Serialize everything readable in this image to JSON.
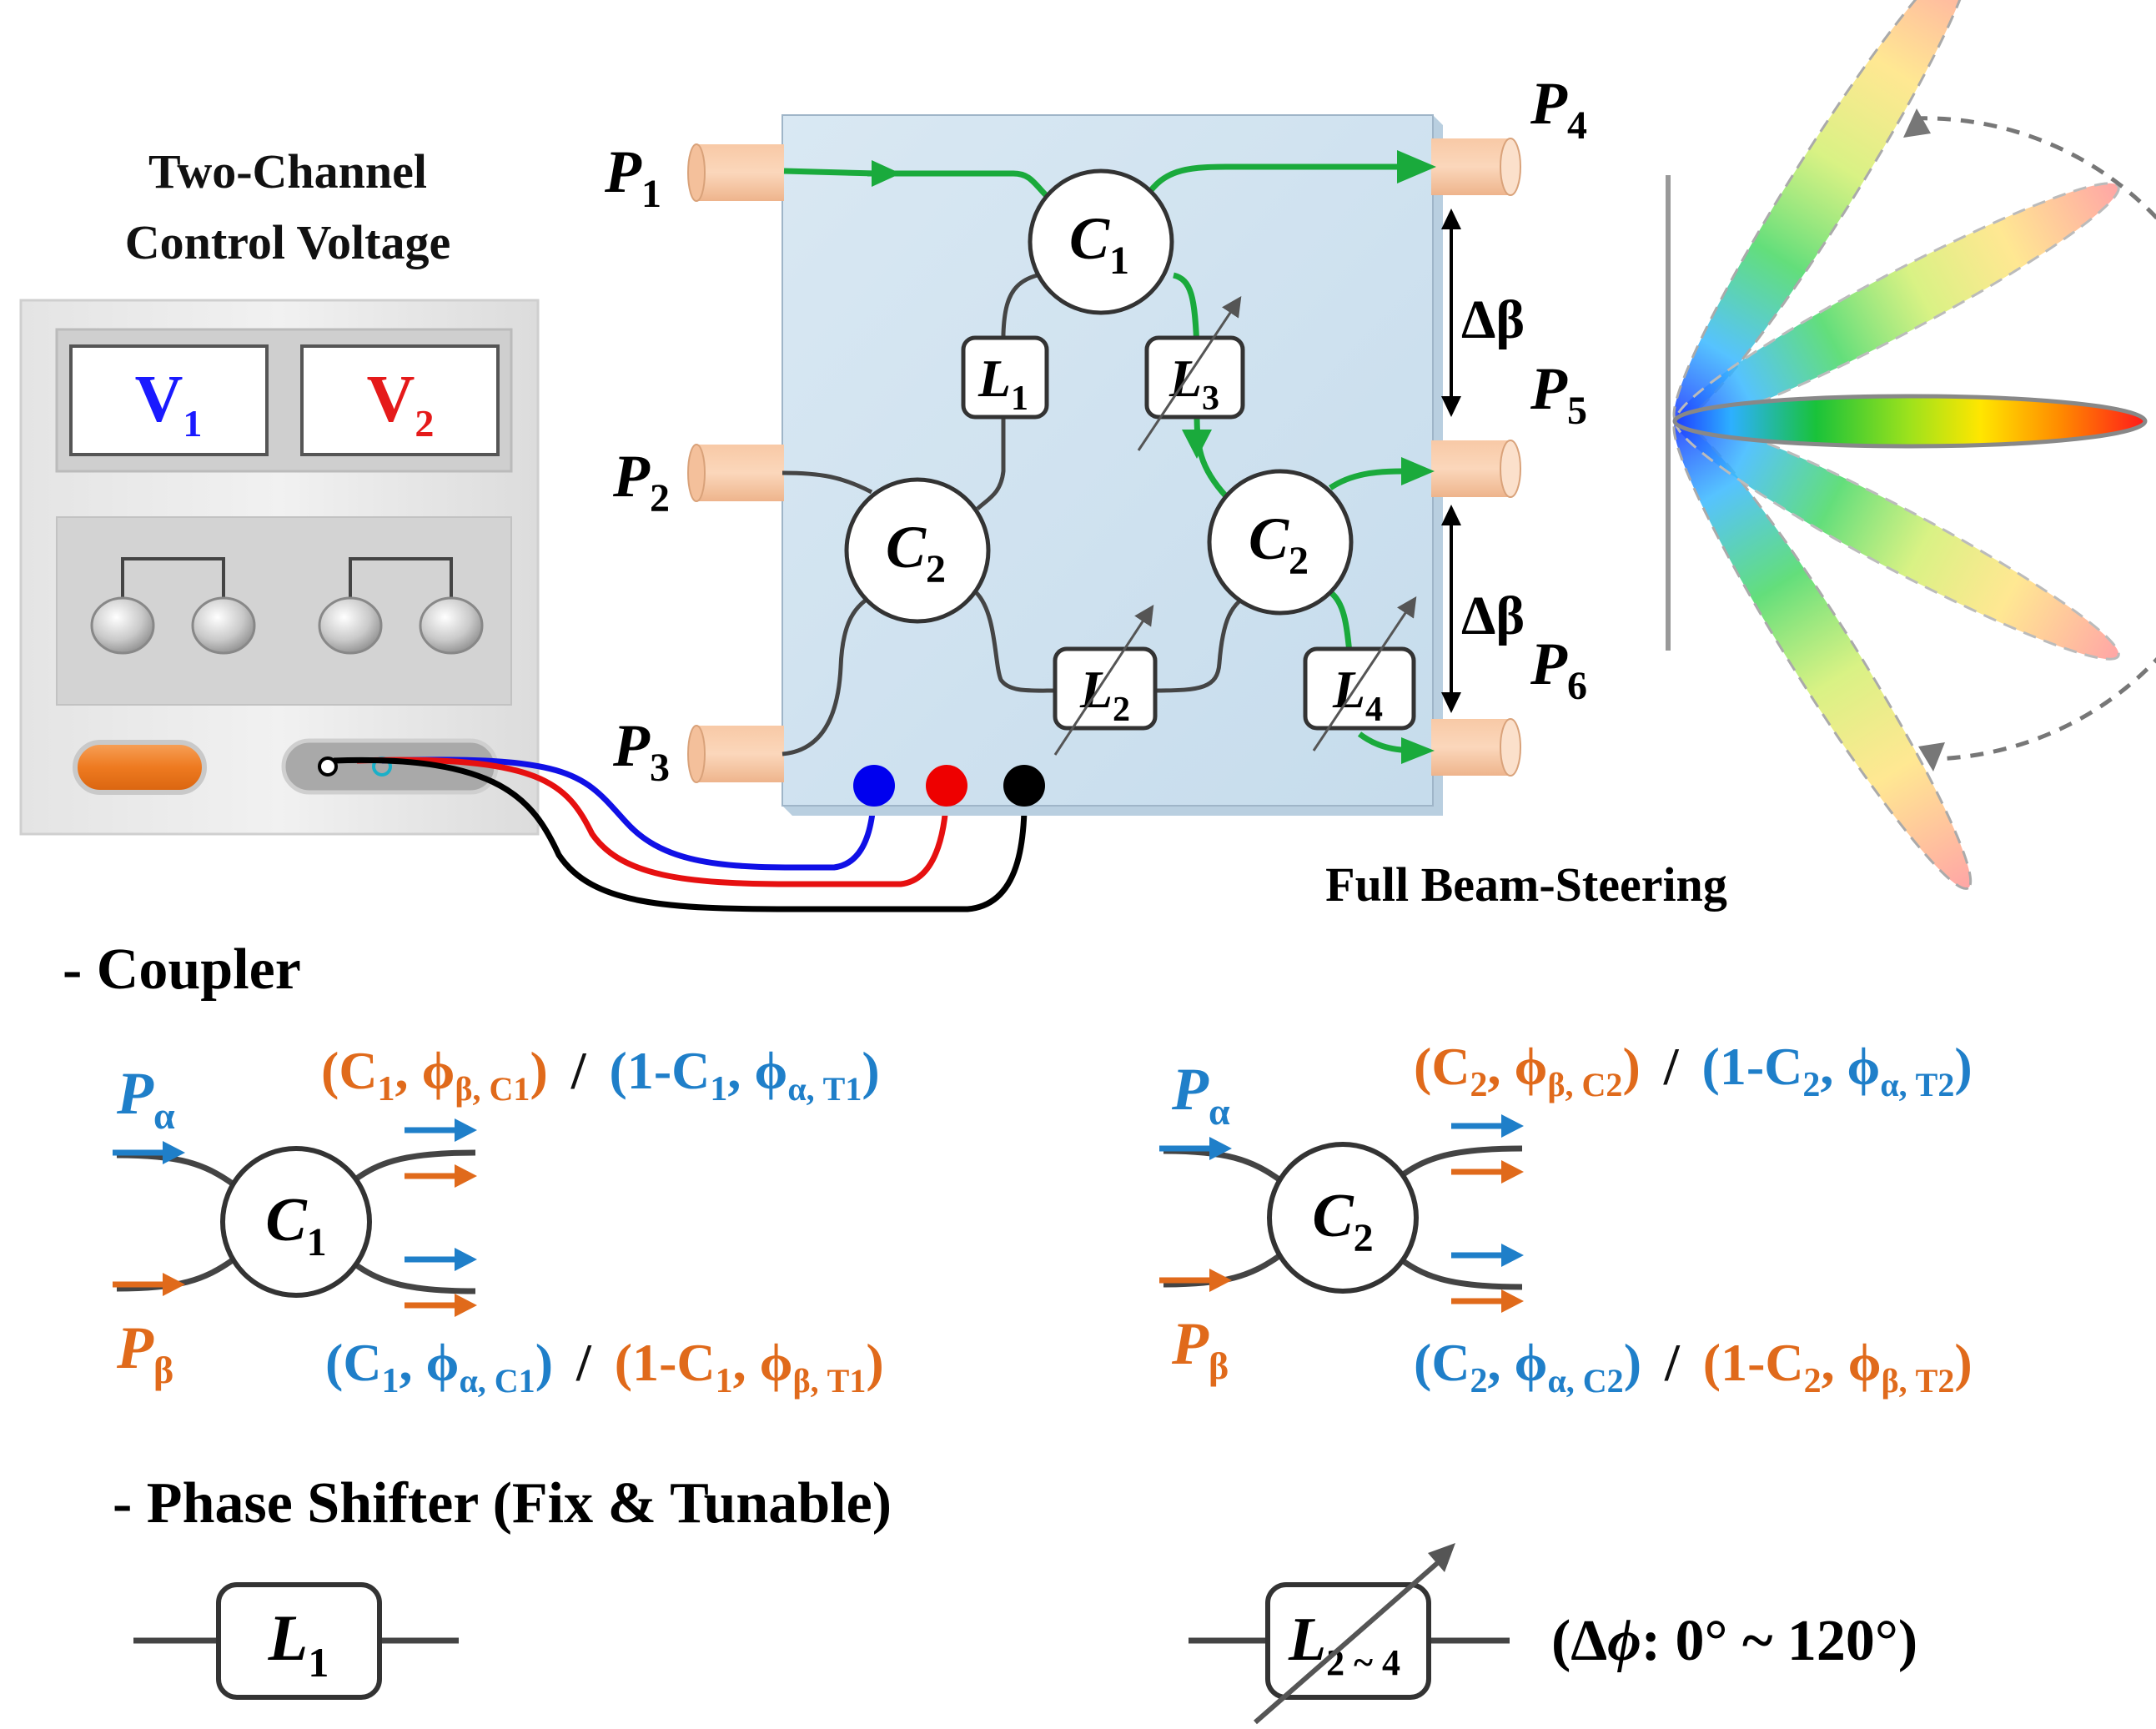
{
  "device": {
    "title_line1": "Two-Channel",
    "title_line2": "Control Voltage",
    "v1_letter": "V",
    "v1_sub": "1",
    "v2_letter": "V",
    "v2_sub": "2",
    "v1_color": "#1a1aff",
    "v2_color": "#e51a1a"
  },
  "chip": {
    "ports": [
      {
        "letter": "P",
        "sub": "1"
      },
      {
        "letter": "P",
        "sub": "2"
      },
      {
        "letter": "P",
        "sub": "3"
      },
      {
        "letter": "P",
        "sub": "4"
      },
      {
        "letter": "P",
        "sub": "5"
      },
      {
        "letter": "P",
        "sub": "6"
      }
    ],
    "couplers": [
      {
        "letter": "C",
        "sub": "1"
      },
      {
        "letter": "C",
        "sub": "2"
      },
      {
        "letter": "C",
        "sub": "2"
      }
    ],
    "shifters": [
      {
        "letter": "L",
        "sub": "1"
      },
      {
        "letter": "L",
        "sub": "2"
      },
      {
        "letter": "L",
        "sub": "3"
      },
      {
        "letter": "L",
        "sub": "4"
      }
    ],
    "delta_beta": "Δβ",
    "wire_colors": [
      "#0000ee",
      "#ee0000",
      "#000000"
    ],
    "path_color": "#1aaa3c"
  },
  "beam": {
    "caption": "Full Beam-Steering"
  },
  "coupler_section": {
    "heading": "- Coupler",
    "in_top": {
      "letter": "P",
      "sub": "α"
    },
    "in_bottom": {
      "letter": "P",
      "sub": "β"
    },
    "c1": {
      "label": {
        "letter": "C",
        "sub": "1"
      },
      "top_left": "(C",
      "top_left_sub": "1",
      "top_left_mid": ", ϕ",
      "top_left_sub2": "β, C1",
      "top_left_end": ")",
      "top_right": "(1-C",
      "top_right_sub": "1",
      "top_right_mid": ", ϕ",
      "top_right_sub2": "α, T1",
      "top_right_end": ")",
      "bot_left": "(C",
      "bot_left_sub": "1",
      "bot_left_mid": ", ϕ",
      "bot_left_sub2": "α, C1",
      "bot_left_end": ")",
      "bot_right": "(1-C",
      "bot_right_sub": "1",
      "bot_right_mid": ", ϕ",
      "bot_right_sub2": "β, T1",
      "bot_right_end": ")"
    },
    "c2": {
      "label": {
        "letter": "C",
        "sub": "2"
      },
      "top_left": "(C",
      "top_left_sub": "2",
      "top_left_mid": ", ϕ",
      "top_left_sub2": "β, C2",
      "top_left_end": ")",
      "top_right": "(1-C",
      "top_right_sub": "2",
      "top_right_mid": ", ϕ",
      "top_right_sub2": "α, T2",
      "top_right_end": ")",
      "bot_left": "(C",
      "bot_left_sub": "2",
      "bot_left_mid": ", ϕ",
      "bot_left_sub2": "α, C2",
      "bot_left_end": ")",
      "bot_right": "(1-C",
      "bot_right_sub": "2",
      "bot_right_mid": ", ϕ",
      "bot_right_sub2": "β, T2",
      "bot_right_end": ")"
    },
    "slash": "/",
    "alpha_color": "#1f7fc9",
    "beta_color": "#e06a1b"
  },
  "phase_section": {
    "heading": "- Phase Shifter (Fix & Tunable)",
    "fixed": {
      "letter": "L",
      "sub": "1"
    },
    "tunable": {
      "letter": "L",
      "sub": "2 ~ 4"
    },
    "range_open": "(Δ",
    "range_phi": "ϕ",
    "range_rest": ": 0° ~ 120°)"
  }
}
